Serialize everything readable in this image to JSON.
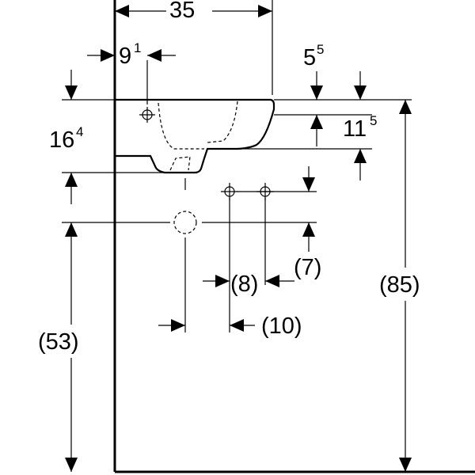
{
  "dimensions": {
    "width_total": {
      "base": "35",
      "sup": ""
    },
    "tap_offset": {
      "base": "9",
      "sup": "1"
    },
    "rim_to_wall_back": {
      "base": "5",
      "sup": "5"
    },
    "basin_depth": {
      "base": "16",
      "sup": "4"
    },
    "bowl_height": {
      "base": "11",
      "sup": "5"
    },
    "valve_drop": {
      "base": "(7)",
      "sup": ""
    },
    "valve_spacing": {
      "base": "(8)",
      "sup": ""
    },
    "waste_to_valve": {
      "base": "(10)",
      "sup": ""
    },
    "waste_height": {
      "base": "(53)",
      "sup": ""
    },
    "rim_height": {
      "base": "(85)",
      "sup": ""
    }
  },
  "symbols": {
    "tap_hole": "crosshair-icon",
    "valve": "crosshair-icon",
    "waste_outlet": "dashed-circle-icon"
  }
}
